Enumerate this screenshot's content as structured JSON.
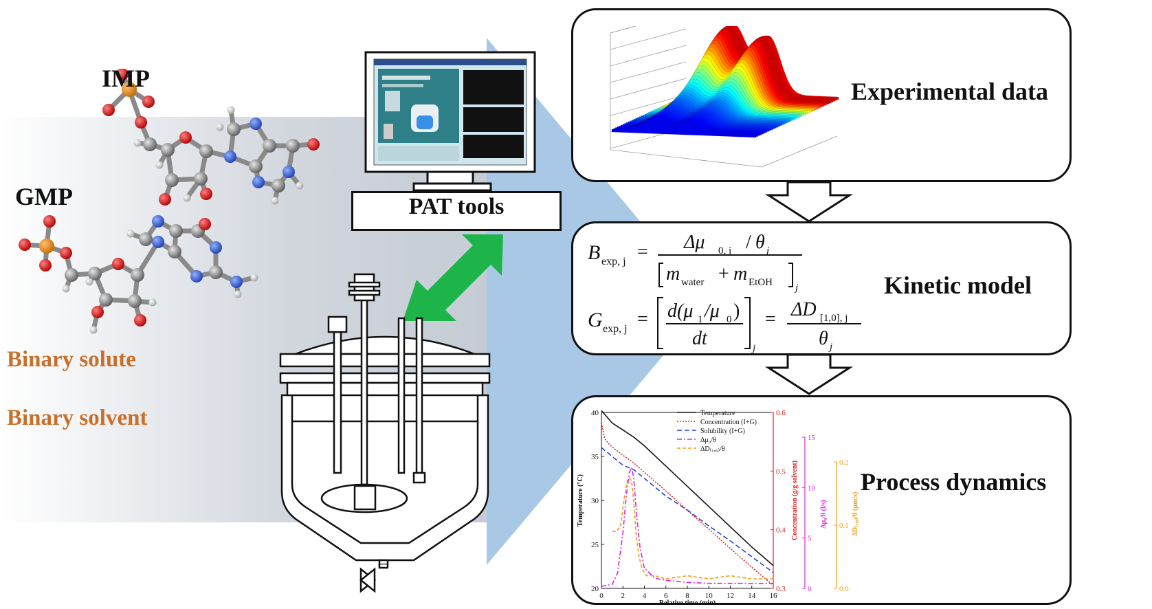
{
  "labels": {
    "imp": "IMP",
    "gmp": "GMP",
    "binary_solute": "Binary solute",
    "binary_solvent": "Binary solvent",
    "pat_tools": "PAT tools"
  },
  "panels": {
    "experimental": "Experimental data",
    "kinetic": "Kinetic model",
    "process": "Process dynamics"
  },
  "equations": {
    "b_lhs": "B",
    "b_lhs_sub": "exp, j",
    "b_num": "Δμ",
    "b_num_sub": "0, j",
    "b_theta": "θ",
    "b_theta_sub": "j",
    "b_den_m1": "m",
    "b_den_sub1": "water",
    "b_plus": "+",
    "b_den_m2": "m",
    "b_den_sub2": "EtOH",
    "b_den_close_sub": "j",
    "g_lhs": "G",
    "g_lhs_sub": "exp, j",
    "g_num": "d(μ",
    "g_num_sub1": "1",
    "g_num_mid": "/μ",
    "g_num_sub2": "0",
    "g_num_close": ")",
    "g_den": "dt",
    "g_bracket_sub": "j",
    "g_rhs_num": "ΔD",
    "g_rhs_num_sub": "[1,0], j",
    "g_rhs_den": "θ",
    "g_rhs_den_sub": "j",
    "eq": "="
  },
  "colors": {
    "binary_text": "#c8702a",
    "arrow_green": "#1db44a",
    "triangle_blue": "#a9c8e6",
    "temperature": "#111111",
    "concentration": "#e02020",
    "solubility": "#2244dd",
    "dmu": "#e020e0",
    "dD": "#f39c12"
  },
  "chart_data": {
    "type": "line",
    "xlabel": "Relative time (min)",
    "xlim": [
      0,
      16
    ],
    "xticks": [
      "0",
      "2",
      "4",
      "6",
      "8",
      "10",
      "12",
      "14",
      "16"
    ],
    "axes": [
      {
        "label": "Temperature (°C)",
        "ylim": [
          20,
          40
        ],
        "ticks": [
          "20",
          "25",
          "30",
          "35",
          "40"
        ],
        "color": "#111111"
      },
      {
        "label": "Concentration (g/g solvent)",
        "ylim": [
          0.3,
          0.6
        ],
        "ticks": [
          "0.3",
          "0.4",
          "0.5",
          "0.6"
        ],
        "color": "#e02020"
      },
      {
        "label": "Δμ₀/θ (l/s)",
        "ylim": [
          0,
          15
        ],
        "ticks": [
          "0",
          "5",
          "10",
          "15"
        ],
        "color": "#e020e0"
      },
      {
        "label": "ΔD₍₁,₀₎/θ (μm/s)",
        "ylim": [
          0,
          0.2
        ],
        "ticks": [
          "0.0",
          "0.1",
          "0.2"
        ],
        "color": "#f39c12"
      }
    ],
    "legend": [
      "Temperature",
      "Concentration (I+G)",
      "Solubility (I+G)",
      "Δμ₀/θ",
      "ΔD₍₁,₀₎/θ"
    ],
    "series": [
      {
        "name": "Temperature",
        "axis": 0,
        "x": [
          0,
          0.5,
          1,
          2,
          3,
          4,
          6,
          8,
          10,
          12,
          14,
          16
        ],
        "y": [
          40.2,
          39.5,
          38.8,
          38.0,
          37.2,
          36.2,
          33.9,
          31.6,
          29.3,
          27.0,
          24.7,
          22.6
        ]
      },
      {
        "name": "Concentration (I+G)",
        "axis": 1,
        "x": [
          0,
          0.3,
          0.6,
          1,
          2,
          3,
          4,
          6,
          8,
          10,
          12,
          14,
          16
        ],
        "y": [
          0.582,
          0.556,
          0.548,
          0.541,
          0.527,
          0.514,
          0.498,
          0.466,
          0.433,
          0.401,
          0.368,
          0.336,
          0.305
        ]
      },
      {
        "name": "Solubility (I+G)",
        "axis": 0,
        "x": [
          0,
          1,
          2,
          3,
          4,
          6,
          8,
          10,
          12,
          14,
          16
        ],
        "y": [
          36.0,
          35.0,
          34.0,
          33.5,
          32.5,
          30.5,
          28.9,
          27.1,
          25.4,
          23.6,
          21.8
        ]
      },
      {
        "name": "Δμ₀/θ",
        "axis": 2,
        "x": [
          0,
          1,
          1.5,
          2,
          2.3,
          2.6,
          2.8,
          3.0,
          3.3,
          3.6,
          4.0,
          5.0,
          6.0,
          8.0,
          10.0,
          12.0,
          14.0,
          16.0
        ],
        "y": [
          0.2,
          0.4,
          1.5,
          5.5,
          9.0,
          11.5,
          12.0,
          11.0,
          7.0,
          4.0,
          2.0,
          1.0,
          0.8,
          0.6,
          0.5,
          0.5,
          0.5,
          0.5
        ]
      },
      {
        "name": "ΔD₍₁,₀₎/θ",
        "axis": 3,
        "x": [
          1.0,
          1.4,
          1.8,
          2.1,
          2.4,
          2.6,
          2.8,
          3.0,
          3.2,
          3.5,
          3.8,
          4.2,
          5.0,
          6.0,
          8.0,
          10.0,
          12.0,
          14.0,
          16.0
        ],
        "y": [
          0.09,
          0.09,
          0.1,
          0.14,
          0.17,
          0.175,
          0.17,
          0.14,
          0.09,
          0.05,
          0.03,
          0.02,
          0.02,
          0.015,
          0.02,
          0.015,
          0.02,
          0.015,
          0.015
        ]
      }
    ]
  }
}
